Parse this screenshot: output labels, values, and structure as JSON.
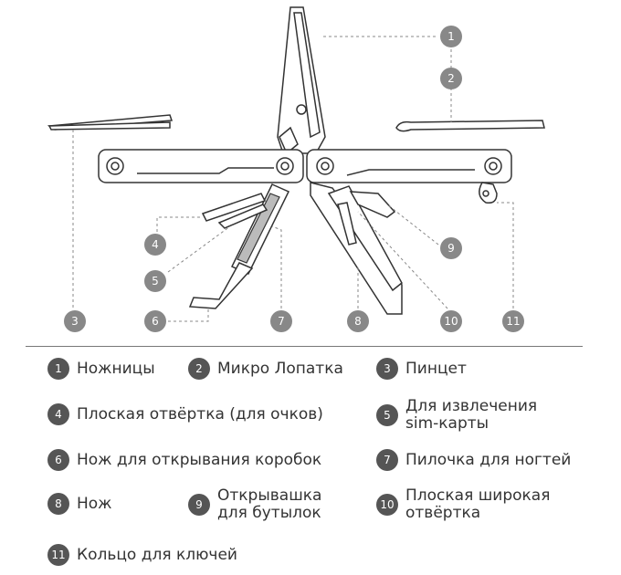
{
  "callouts": [
    "1",
    "2",
    "3",
    "4",
    "5",
    "6",
    "7",
    "8",
    "9",
    "10",
    "11"
  ],
  "legend": [
    {
      "num": "1",
      "label": "Ножницы"
    },
    {
      "num": "2",
      "label": "Микро Лопатка"
    },
    {
      "num": "3",
      "label": "Пинцет"
    },
    {
      "num": "4",
      "label": "Плоская отвёртка (для очков)"
    },
    {
      "num": "5",
      "label": "Для извлечения\nsim-карты"
    },
    {
      "num": "6",
      "label": "Нож для открывания коробок"
    },
    {
      "num": "7",
      "label": "Пилочка для ногтей"
    },
    {
      "num": "8",
      "label": "Нож"
    },
    {
      "num": "9",
      "label": "Открывашка\nдля бутылок"
    },
    {
      "num": "10",
      "label": "Плоская широкая\nотвёртка"
    },
    {
      "num": "11",
      "label": "Кольцо для ключей"
    }
  ],
  "colors": {
    "badge": "#555555",
    "callout": "#888888",
    "line": "#333333"
  }
}
